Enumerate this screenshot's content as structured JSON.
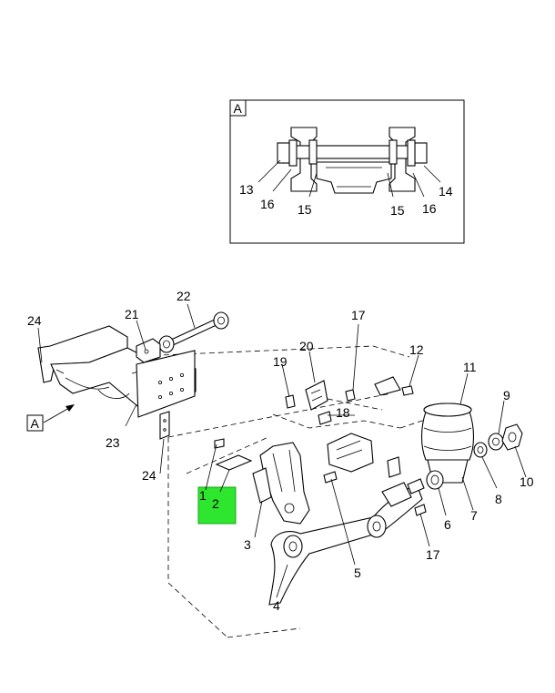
{
  "inset": {
    "tag": "A",
    "callouts": {
      "c13": "13",
      "c16a": "16",
      "c15a": "15",
      "c15b": "15",
      "c16b": "16",
      "c14": "14"
    }
  },
  "main": {
    "tag": "A",
    "callouts": {
      "c24a": "24",
      "c21": "21",
      "c22": "22",
      "c17a": "17",
      "c20": "20",
      "c19": "19",
      "c12": "12",
      "c11": "11",
      "c9": "9",
      "c18": "18",
      "c23": "23",
      "c24b": "24",
      "c1": "1",
      "c2": "2",
      "c3": "3",
      "c5": "5",
      "c6": "6",
      "c7": "7",
      "c8": "8",
      "c10": "10",
      "c17b": "17",
      "c4": "4"
    }
  },
  "highlight": {
    "color": "#2ee62e",
    "callouts": [
      "1",
      "2"
    ]
  }
}
